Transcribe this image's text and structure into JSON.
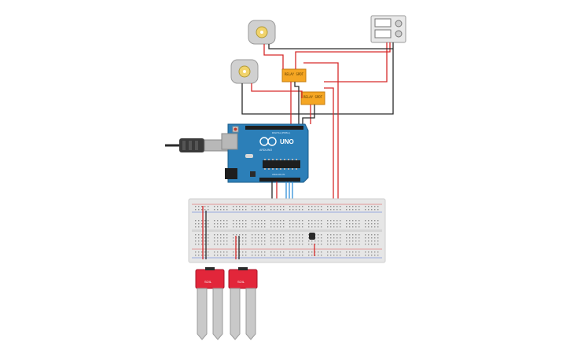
{
  "colors": {
    "wire_red": "#d62a2a",
    "wire_black": "#2a2a2a",
    "wire_blue": "#2f8fd8",
    "arduino_board": "#2c7fb8",
    "arduino_header": "#1e1e1e",
    "breadboard": "#e6e6e6",
    "relay_body": "#f5a623",
    "sensor_pcb": "#e2263a",
    "sensor_probe": "#c9c9c9",
    "motor_body": "#d0d0d0",
    "motor_shaft": "#f1d36b",
    "power_supply": "#e8e8e8"
  },
  "arduino": {
    "brand": "UNO",
    "sub_label": "ARDUINO",
    "header_label_digital": "DIGITAL (PWM~)",
    "header_label_analog": "ANALOG IN"
  },
  "relays": [
    {
      "label": "RELAY SPDT"
    },
    {
      "label": "RELAY SPDT"
    }
  ],
  "sensors": [
    {
      "label": "SOIL"
    },
    {
      "label": "SOIL"
    }
  ],
  "icons": {
    "usb_cable": "usb-cable-icon",
    "motor": "dc-motor-icon",
    "power_supply": "power-supply-icon",
    "transistor": "transistor-icon"
  }
}
